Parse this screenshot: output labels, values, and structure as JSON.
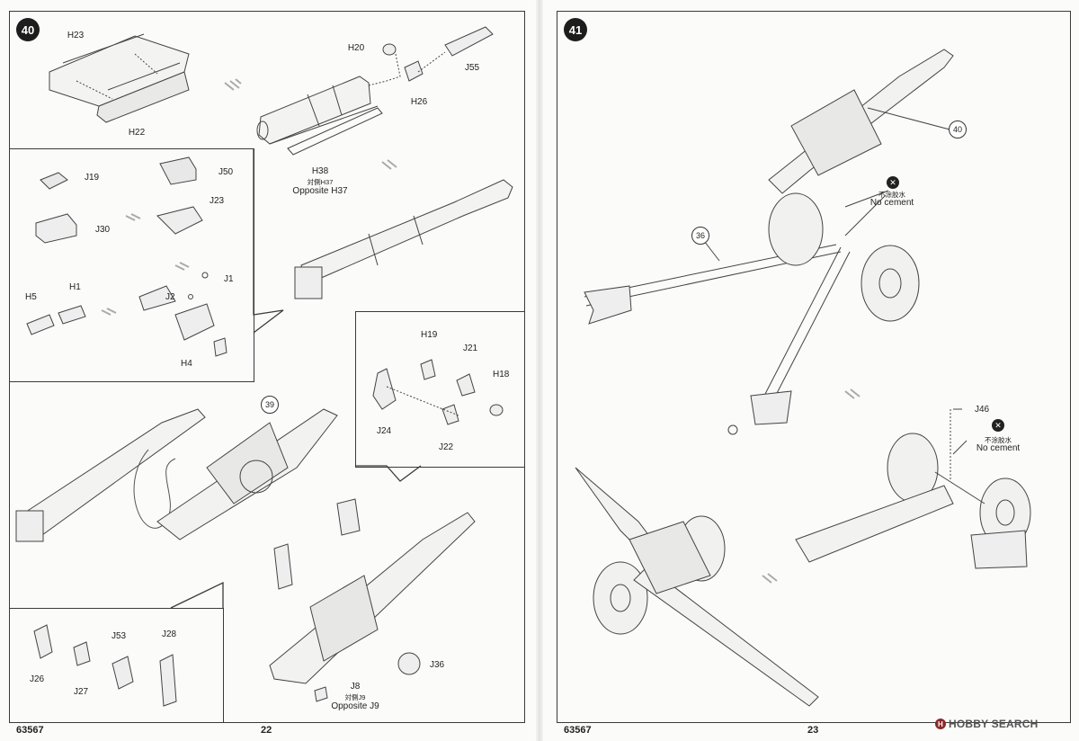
{
  "left_page": {
    "step": "40",
    "labels": {
      "H23": "H23",
      "H22": "H22",
      "H20": "H20",
      "J55": "J55",
      "H26": "H26",
      "H38": "H38",
      "H37_cn": "対側H37",
      "H37_en": "Opposite H37",
      "J19": "J19",
      "J30": "J30",
      "J50": "J50",
      "J23": "J23",
      "J1": "J1",
      "J2": "J2",
      "H5": "H5",
      "H1": "H1",
      "H4": "H4",
      "H19": "H19",
      "J21": "J21",
      "H18": "H18",
      "J24": "J24",
      "J22": "J22",
      "J26": "J26",
      "J53": "J53",
      "J28": "J28",
      "J27": "J27",
      "J36": "J36",
      "J8": "J8",
      "J9_cn": "対側J9",
      "J9_en": "Opposite J9"
    },
    "ref_39": "39",
    "footer_code": "63567",
    "page_number": "22"
  },
  "right_page": {
    "step": "41",
    "ref_40": "40",
    "ref_36": "36",
    "no_cement_cn": "不涂胶水",
    "no_cement_en": "No cement",
    "J46": "J46",
    "footer_code": "63567",
    "page_number": "23"
  },
  "watermark": "HOBBY SEARCH"
}
